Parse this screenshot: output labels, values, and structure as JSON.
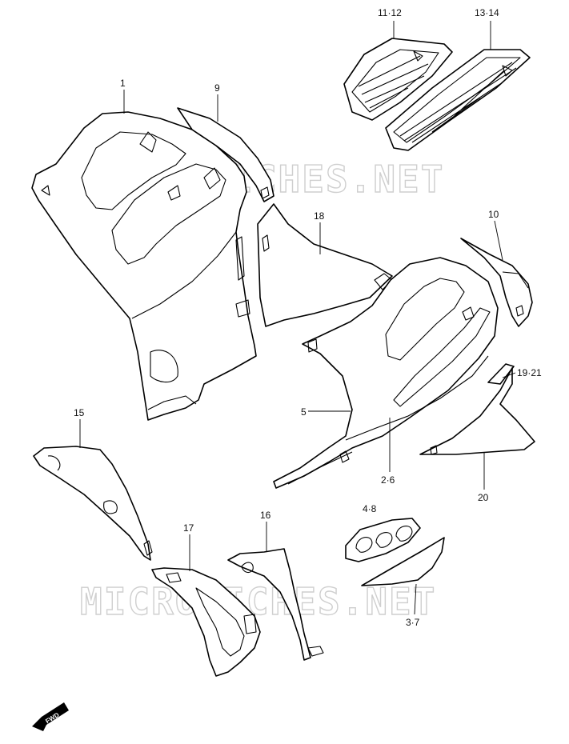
{
  "watermark": "MICROFICHES.NET",
  "fwd_label": "FWD",
  "callouts": {
    "p1": "1",
    "p2_6": "2·6",
    "p3_7": "3·7",
    "p4_8": "4·8",
    "p5": "5",
    "p9": "9",
    "p10": "10",
    "p11_12": "11·12",
    "p13_14": "13·14",
    "p15": "15",
    "p16": "16",
    "p17": "17",
    "p18": "18",
    "p19_21": "19·21",
    "p20": "20"
  }
}
